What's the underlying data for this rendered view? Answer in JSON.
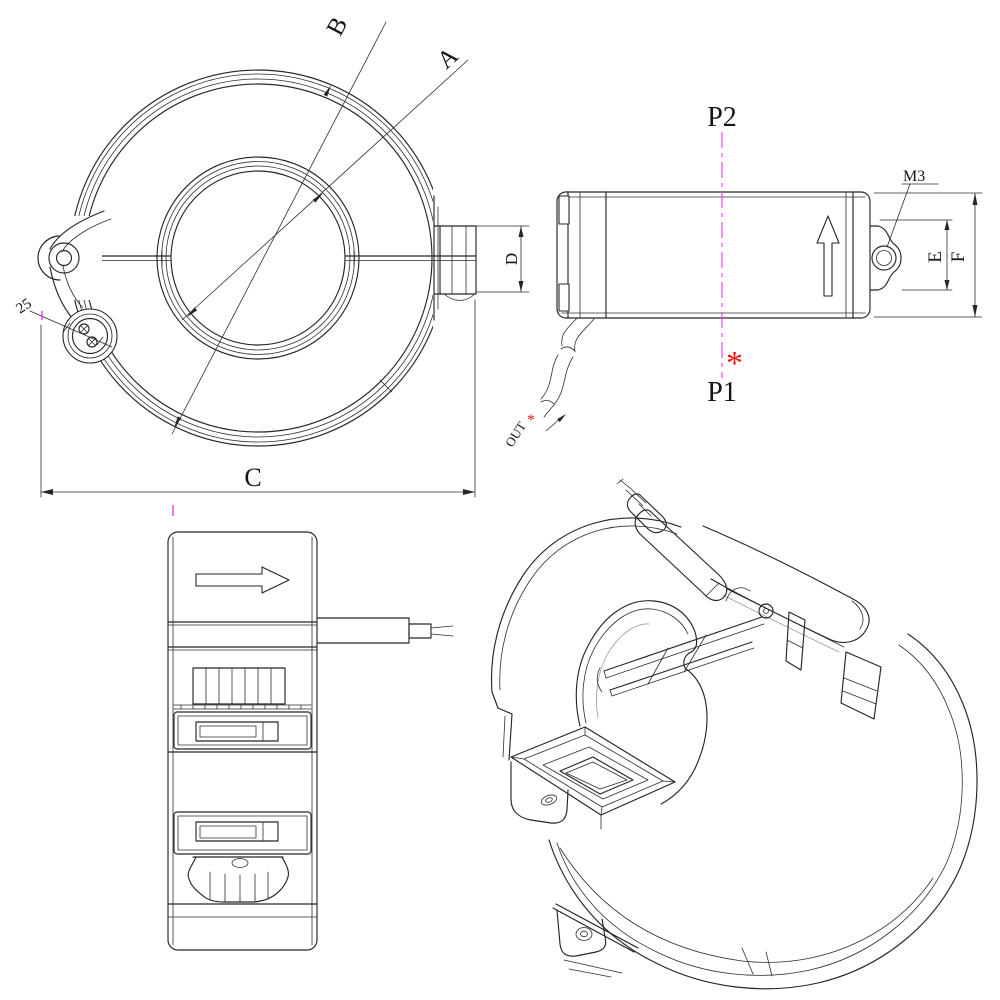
{
  "colors": {
    "line": "#262626",
    "centerline": "#ea3ce8",
    "accent_red": "#ee1212",
    "highlight": "#9a9a9a"
  },
  "front_view": {
    "dim_inner_diameter": "A",
    "dim_outer_diameter": "B",
    "dim_overall_width": "C",
    "dim_latch_height": "D",
    "screw_note": "25"
  },
  "side_view": {
    "terminal_top": "P2",
    "terminal_bottom": "P1",
    "terminal_marker": "*",
    "screw_thread_note": "M3",
    "dim_tab_height": "E",
    "dim_overall_height": "F"
  },
  "cable": {
    "marker": "*",
    "label": "OUT"
  }
}
